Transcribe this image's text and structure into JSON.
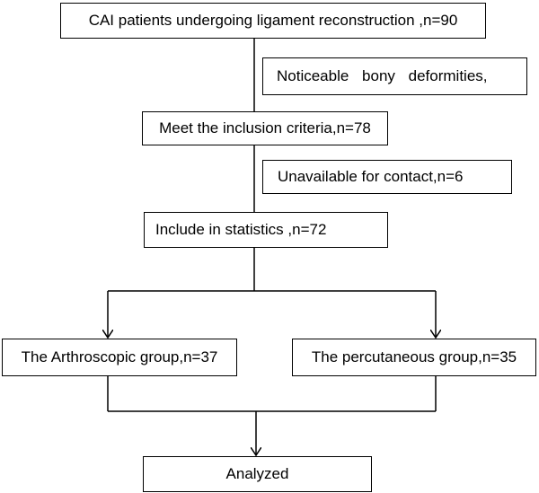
{
  "flowchart": {
    "total": "CAI patients undergoing ligament reconstruction ,n=90",
    "exclusion_1": "Noticeable  bony  deformities,",
    "inclusion": "Meet the inclusion criteria,n=78",
    "exclusion_2": "Unavailable for contact,n=6",
    "statistics": "Include in statistics ,n=72",
    "group_arthroscopic": "The Arthroscopic group,n=37",
    "group_percutaneous": "The percutaneous group,n=35",
    "analyzed": "Analyzed"
  },
  "colors": {
    "line": "#000000",
    "box_border": "#000000",
    "background": "#ffffff"
  }
}
